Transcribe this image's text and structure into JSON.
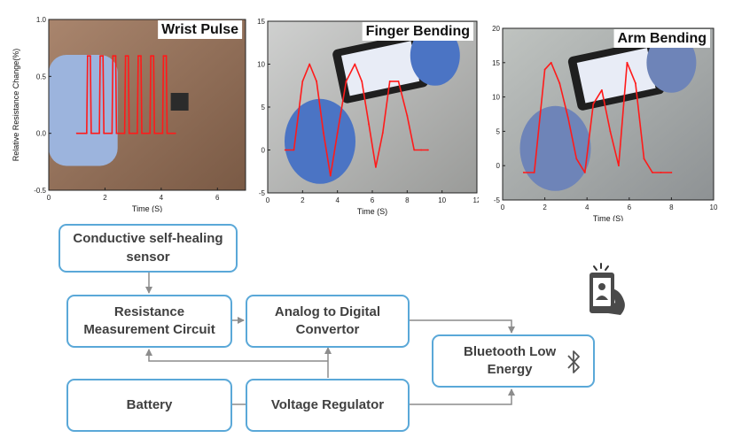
{
  "charts": [
    {
      "title": "Wrist Pulse",
      "xlabel": "Time (S)",
      "ylabel": "Relative Resistance Change(%)",
      "xlim": [
        0,
        7
      ],
      "ylim": [
        -0.5,
        1.0
      ],
      "xticks": [
        0,
        2,
        4,
        6
      ],
      "yticks": [
        -0.5,
        0.0,
        0.5,
        1.0
      ],
      "ytick_labels": [
        "-0.5",
        "0.0",
        "0.5",
        "1.0"
      ]
    },
    {
      "title": "Finger Bending",
      "xlabel": "Time (S)",
      "ylabel": "",
      "xlim": [
        0,
        12
      ],
      "ylim": [
        -5,
        15
      ],
      "xticks": [
        0,
        2,
        4,
        6,
        8,
        10,
        12
      ],
      "yticks": [
        -5,
        0,
        5,
        10,
        15
      ],
      "ytick_labels": [
        "-5",
        "0",
        "5",
        "10",
        "15"
      ]
    },
    {
      "title": "Arm Bending",
      "xlabel": "Time (S)",
      "ylabel": "",
      "xlim": [
        0,
        10
      ],
      "ylim": [
        -5,
        20
      ],
      "xticks": [
        0,
        2,
        4,
        6,
        8,
        10
      ],
      "yticks": [
        -5,
        0,
        5,
        10,
        15,
        20
      ],
      "ytick_labels": [
        "-5",
        "0",
        "5",
        "10",
        "15",
        "20"
      ]
    }
  ],
  "chart_data": [
    {
      "type": "line",
      "title": "Wrist Pulse",
      "xlabel": "Time (S)",
      "ylabel": "Relative Resistance Change(%)",
      "xlim": [
        0,
        7
      ],
      "ylim": [
        -0.5,
        1.0
      ],
      "grid": false,
      "x": [
        1.0,
        1.35,
        1.38,
        1.48,
        1.51,
        1.8,
        1.83,
        1.93,
        1.96,
        2.25,
        2.28,
        2.38,
        2.41,
        2.7,
        2.73,
        2.83,
        2.86,
        3.15,
        3.18,
        3.28,
        3.31,
        3.6,
        3.63,
        3.73,
        3.76,
        4.05,
        4.08,
        4.18,
        4.21,
        4.5
      ],
      "y": [
        0.0,
        0.0,
        0.68,
        0.68,
        0.0,
        0.0,
        0.68,
        0.68,
        0.0,
        0.0,
        0.68,
        0.68,
        0.0,
        0.0,
        0.68,
        0.68,
        0.0,
        0.0,
        0.68,
        0.68,
        0.0,
        0.0,
        0.68,
        0.68,
        0.0,
        0.0,
        0.68,
        0.68,
        0.0,
        0.0
      ]
    },
    {
      "type": "line",
      "title": "Finger Bending",
      "xlabel": "Time (S)",
      "ylabel": "",
      "xlim": [
        0,
        12
      ],
      "ylim": [
        -5,
        15
      ],
      "grid": false,
      "x": [
        1.0,
        1.5,
        2.0,
        2.4,
        2.8,
        3.2,
        3.6,
        4.0,
        4.5,
        5.0,
        5.4,
        5.8,
        6.2,
        6.6,
        7.0,
        7.5,
        8.0,
        8.4,
        8.8,
        9.2
      ],
      "y": [
        0,
        0,
        8,
        10,
        8,
        2,
        -3,
        2,
        8,
        10,
        8,
        3,
        -2,
        2,
        8,
        8,
        4,
        0,
        0,
        0
      ]
    },
    {
      "type": "line",
      "title": "Arm Bending",
      "xlabel": "Time (S)",
      "ylabel": "",
      "xlim": [
        0,
        10
      ],
      "ylim": [
        -5,
        20
      ],
      "grid": false,
      "x": [
        1.0,
        1.5,
        2.0,
        2.3,
        2.7,
        3.1,
        3.5,
        3.9,
        4.3,
        4.7,
        5.1,
        5.5,
        5.9,
        6.3,
        6.7,
        7.1,
        7.5,
        8.0
      ],
      "y": [
        -1,
        -1,
        14,
        15,
        12,
        7,
        1,
        -1,
        9,
        11,
        5,
        0,
        15,
        12,
        1,
        -1,
        -1,
        -1
      ]
    }
  ],
  "diagram": {
    "boxes": {
      "sensor": "Conductive self-healing\nsensor",
      "resistance": "Resistance\nMeasurement Circuit",
      "adc": "Analog to Digital\nConvertor",
      "ble": "Bluetooth Low\nEnergy",
      "battery": "Battery",
      "regulator": "Voltage Regulator"
    },
    "colors": {
      "box_border": "#5aa8d8",
      "line": "#8c8c8c",
      "signal": "#ff1a1a"
    },
    "icons": [
      "bluetooth-icon",
      "phone-user-icon"
    ]
  }
}
